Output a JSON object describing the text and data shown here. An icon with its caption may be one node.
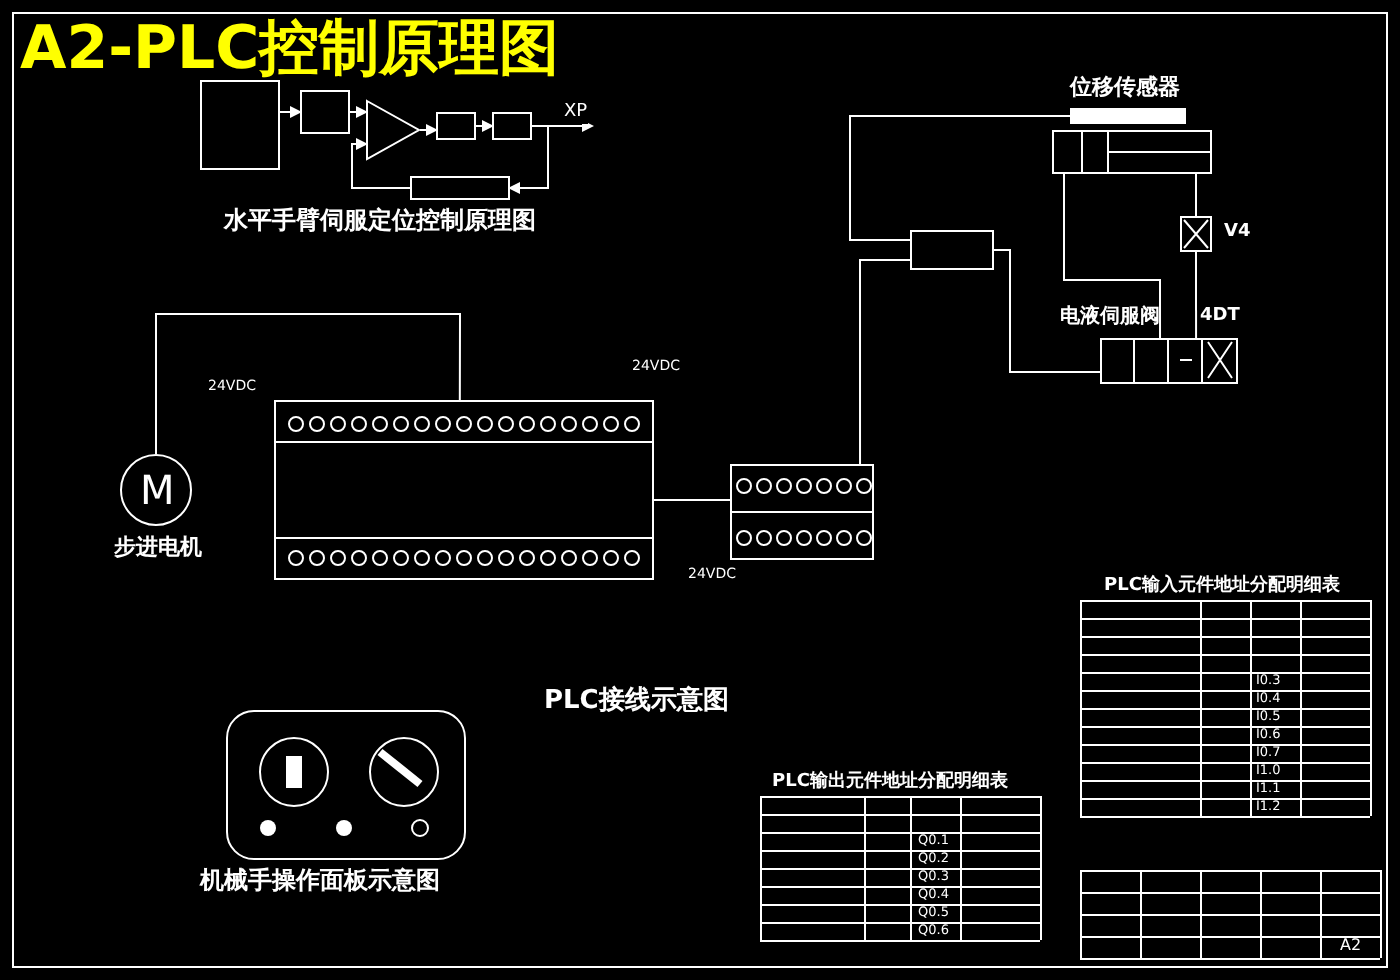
{
  "diagram": {
    "title": "A2-PLC控制原理图",
    "nodes": [
      {
        "text": [],
        "shape": "box"
      },
      {
        "text": [],
        "shape": "box"
      },
      {
        "text": [],
        "shape": "triangle"
      },
      {
        "text": [],
        "shape": "box"
      },
      {
        "text": [],
        "shape": "box"
      },
      {
        "text": [],
        "shape": "box"
      },
      {
        "text": [
          "位移传感器"
        ]
      },
      {
        "text": [],
        "shape": "cylinder"
      },
      {
        "text": [],
        "shape": "box"
      },
      {
        "text": [],
        "shape": "box",
        "beside": [
          "V4"
        ]
      },
      {
        "text": [
          "电液伺服阀"
        ],
        "beside": [
          "4DT"
        ]
      },
      {
        "text": [],
        "shape": "box"
      },
      {
        "text": [],
        "shape": "box"
      },
      {
        "text": [
          "M"
        ],
        "beside": [
          "步进电机"
        ]
      },
      {
        "text": [],
        "shape": "box",
        "beside": [
          "机械手操作面板示意图"
        ]
      }
    ],
    "edges": [
      {
        "from": 0,
        "to": 1,
        "arrow": "to"
      },
      {
        "from": 1,
        "to": 2,
        "arrow": "to"
      },
      {
        "from": 2,
        "to": 3,
        "arrow": "to"
      },
      {
        "from": 3,
        "to": 4,
        "arrow": "to"
      },
      {
        "from": 4,
        "to": null,
        "arrow": "to",
        "label": "XP"
      },
      {
        "from": 4,
        "to": 5,
        "arrow": "to"
      },
      {
        "from": 5,
        "to": 2,
        "arrow": "to"
      },
      {
        "from": 6,
        "to": 8,
        "arrow": "none"
      },
      {
        "from": 8,
        "to": 10,
        "arrow": "none"
      },
      {
        "from": 7,
        "to": 9,
        "arrow": "none"
      },
      {
        "from": 9,
        "to": 10,
        "arrow": "none"
      },
      {
        "from": 10,
        "to": 7,
        "arrow": "none"
      },
      {
        "from": 11,
        "to": 13,
        "arrow": "none"
      },
      {
        "from": 11,
        "to": 12,
        "arrow": "none"
      },
      {
        "from": 12,
        "to": 8,
        "arrow": "none"
      }
    ],
    "labels": [
      "水平手臂伺服定位控制原理图",
      "24VDC",
      "24VDC",
      "24VDC",
      "PLC接线示意图",
      "PLC输入元件地址分配明细表",
      "PLC输出元件地址分配明细表",
      "I0.3",
      "I0.4",
      "I0.5",
      "I0.6",
      "I0.7",
      "I1.0",
      "I1.1",
      "I1.2",
      "Q0.1",
      "Q0.2",
      "Q0.3",
      "Q0.4",
      "Q0.5",
      "Q0.6",
      "A2"
    ]
  }
}
